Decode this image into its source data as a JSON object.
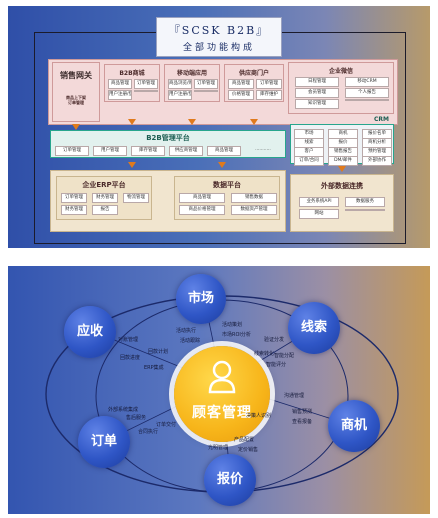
{
  "top": {
    "title": "『SCSK B2B』",
    "subtitle": "全部功能构成",
    "sales": {
      "label": "销售网关",
      "note": "商品上下架\n订单管理"
    },
    "modules": [
      {
        "title": "B2B商城",
        "chips": [
          "商品管理",
          "订单管理",
          "用户注册/登录",
          ""
        ]
      },
      {
        "title": "移动端应用",
        "chips": [
          "商品浏览/购物",
          "订单管理",
          "用户注册/登录",
          ""
        ]
      },
      {
        "title": "供应商门户",
        "chips": [
          "商品管理",
          "订单管理",
          "价格管理",
          "库存维护"
        ]
      },
      {
        "title": "企业微信",
        "chips": [
          "日程管理",
          "移动CRM",
          "会员管理",
          "个人报告",
          "知识管理",
          ""
        ]
      }
    ],
    "platform": {
      "title": "B2B管理平台",
      "chips": [
        "订单管理",
        "用户管理",
        "库存管理",
        "供应商管理",
        "商品管理",
        "..........."
      ]
    },
    "crm": {
      "label": "CRM",
      "chips": [
        "市场",
        "商机",
        "报价名单",
        "线索",
        "报价",
        "商机分析",
        "客户",
        "销售报告",
        "预约管理",
        "订单/合同",
        "DM/邮件",
        "外部协作"
      ]
    },
    "erp": {
      "title": "企业ERP平台",
      "chips": [
        "订单管理",
        "财务管理",
        "物流管理",
        "财务管理",
        "报告"
      ]
    },
    "data": {
      "title": "数据平台",
      "chips": [
        "商品管理",
        "销售数据",
        "商品价格管理",
        "数据资产管理"
      ]
    },
    "ext": {
      "title": "外部数据连携",
      "chips": [
        "业务系统API",
        "数据服务",
        "网站",
        ""
      ]
    }
  },
  "bottom": {
    "center": "顾客管理",
    "nodes": {
      "market": "市场",
      "leads": "线索",
      "opp": "商机",
      "quote": "报价",
      "order": "订单",
      "collect": "应收"
    },
    "annotations": {
      "a1": "活动策划",
      "a2": "活动执行",
      "a3": "市场ROI分析",
      "a4": "活动跟踪",
      "a5": "验证分发",
      "a6": "线索转化",
      "a7": "智能分配",
      "a8": "智能评分",
      "a9": "对账管理",
      "a10": "回款计划",
      "a11": "回款进度",
      "a12": "ERP集成",
      "a13": "沟通管理",
      "a14": "决策人识别",
      "a15": "销售预测",
      "a16": "查看报备",
      "a17": "外部系统集成",
      "a18": "售后服务",
      "a19": "订单交付",
      "a20": "合同执行",
      "a21": "产品配置",
      "a22": "光明管理",
      "a23": "定价销售"
    }
  }
}
